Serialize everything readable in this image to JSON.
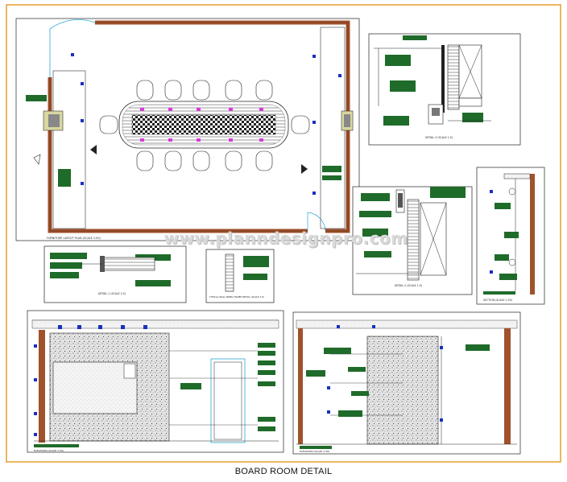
{
  "sheet": {
    "caption": "BOARD ROOM DETAIL",
    "watermark": "www.planndesignpro.com"
  },
  "colors": {
    "border": "#e8a33d",
    "wall": "#a0522d",
    "note": "#1f6b2a",
    "tag": "#1a2fbf",
    "chair_accent": "#d63bd6",
    "line": "#222222"
  },
  "view_titles": {
    "plan": "FURNITURE LAYOUT PLAN (SCALE 1:50)",
    "detail_1": "DETAIL-1 (SCALE 1:5)",
    "detail_2": "DETAIL-2 (SCALE 1:5)",
    "detail_3": "DETAIL-3 (SCALE 1:5)",
    "section_detail": "TYPICAL WALL PANEL FRAME DETAIL (SCALE 1:5)",
    "elevation_a": "ELEVATION (SCALE 1:50)",
    "elevation_b": "ELEVATION (SCALE 1:50)",
    "section_a": "SECTION (SCALE 1:20)"
  }
}
